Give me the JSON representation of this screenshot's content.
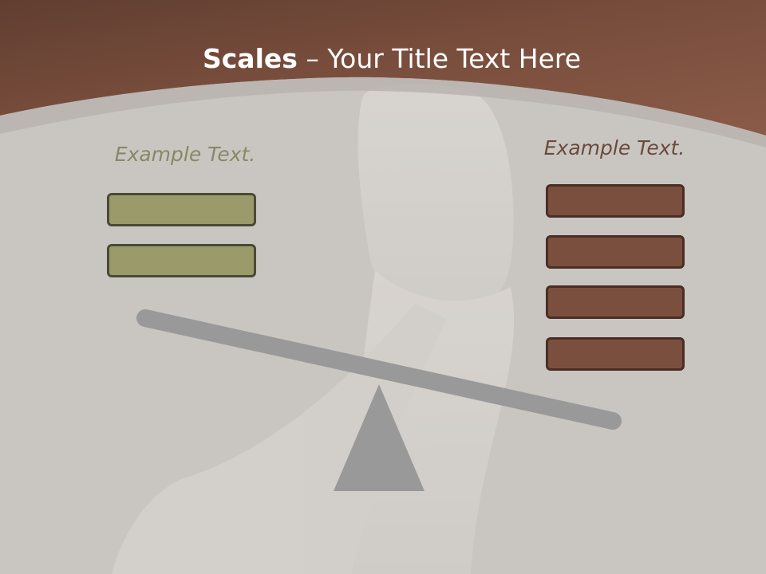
{
  "title": {
    "bold": "Scales",
    "rest": " – Your Title Text Here"
  },
  "left_panel": {
    "label": "Example Text.",
    "boxes": 2,
    "color": "#9b9a6b"
  },
  "right_panel": {
    "label": "Example Text.",
    "boxes": 4,
    "color": "#7b4f3e"
  },
  "colors": {
    "header": "#7a4e3d",
    "background": "#c9c6c2",
    "beam": "#999999"
  },
  "icons": [
    "seesaw-beam",
    "fulcrum-triangle",
    "hands-photo"
  ]
}
